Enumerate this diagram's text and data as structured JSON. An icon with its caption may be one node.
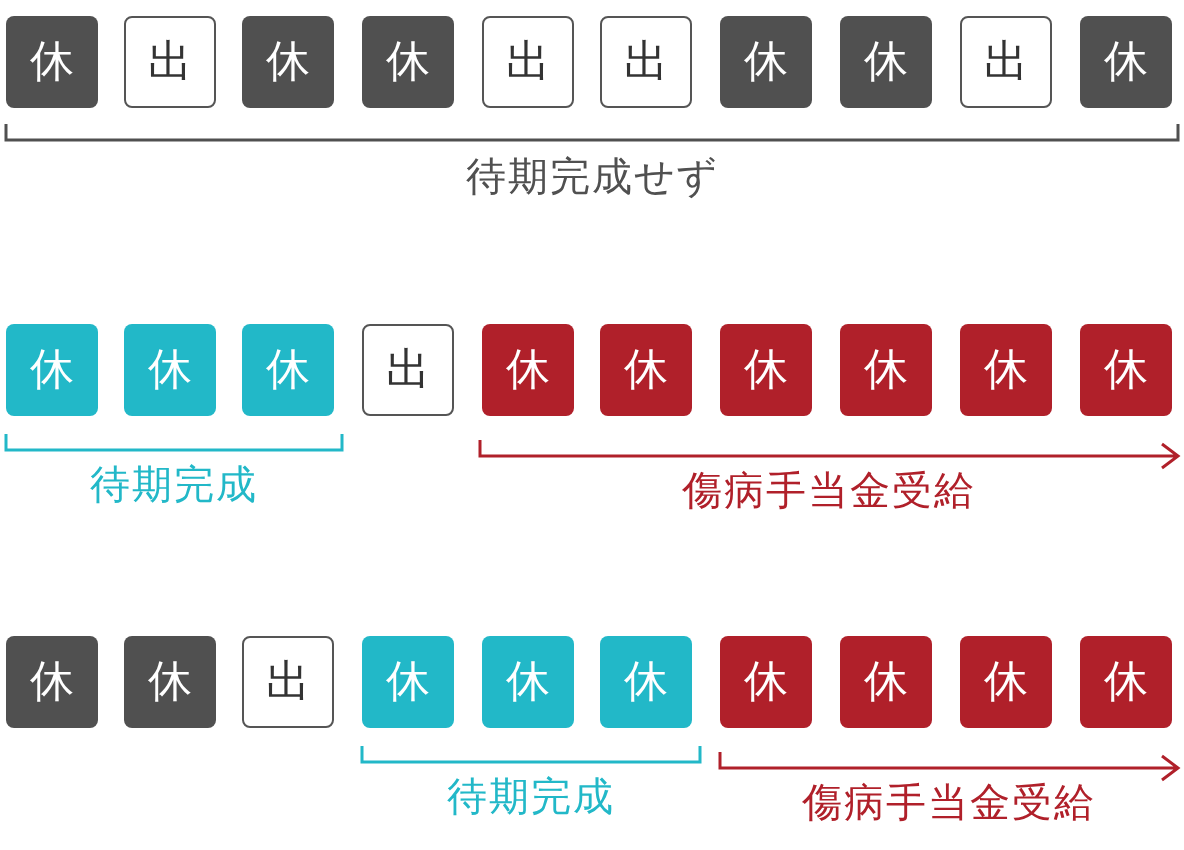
{
  "diagram": {
    "nodes": [
      {
        "text": [
          "休"
        ]
      },
      {
        "text": [
          "出"
        ]
      },
      {
        "text": [
          "休"
        ]
      },
      {
        "text": [
          "休"
        ]
      },
      {
        "text": [
          "出"
        ]
      },
      {
        "text": [
          "出"
        ]
      },
      {
        "text": [
          "休"
        ]
      },
      {
        "text": [
          "休"
        ]
      },
      {
        "text": [
          "出"
        ]
      },
      {
        "text": [
          "休"
        ]
      },
      {
        "text": [
          "休"
        ]
      },
      {
        "text": [
          "休"
        ]
      },
      {
        "text": [
          "休"
        ]
      },
      {
        "text": [
          "出"
        ]
      },
      {
        "text": [
          "休"
        ]
      },
      {
        "text": [
          "休"
        ]
      },
      {
        "text": [
          "休"
        ]
      },
      {
        "text": [
          "休"
        ]
      },
      {
        "text": [
          "休"
        ]
      },
      {
        "text": [
          "休"
        ]
      },
      {
        "text": [
          "休"
        ]
      },
      {
        "text": [
          "休"
        ]
      },
      {
        "text": [
          "出"
        ]
      },
      {
        "text": [
          "休"
        ]
      },
      {
        "text": [
          "休"
        ]
      },
      {
        "text": [
          "休"
        ]
      },
      {
        "text": [
          "休"
        ]
      },
      {
        "text": [
          "休"
        ]
      },
      {
        "text": [
          "休"
        ]
      },
      {
        "text": [
          "休"
        ]
      }
    ],
    "edges": [],
    "labels": [
      "待期完成せず",
      "待期完成",
      "傷病手当金受給",
      "待期完成",
      "傷病手当金受給"
    ]
  }
}
